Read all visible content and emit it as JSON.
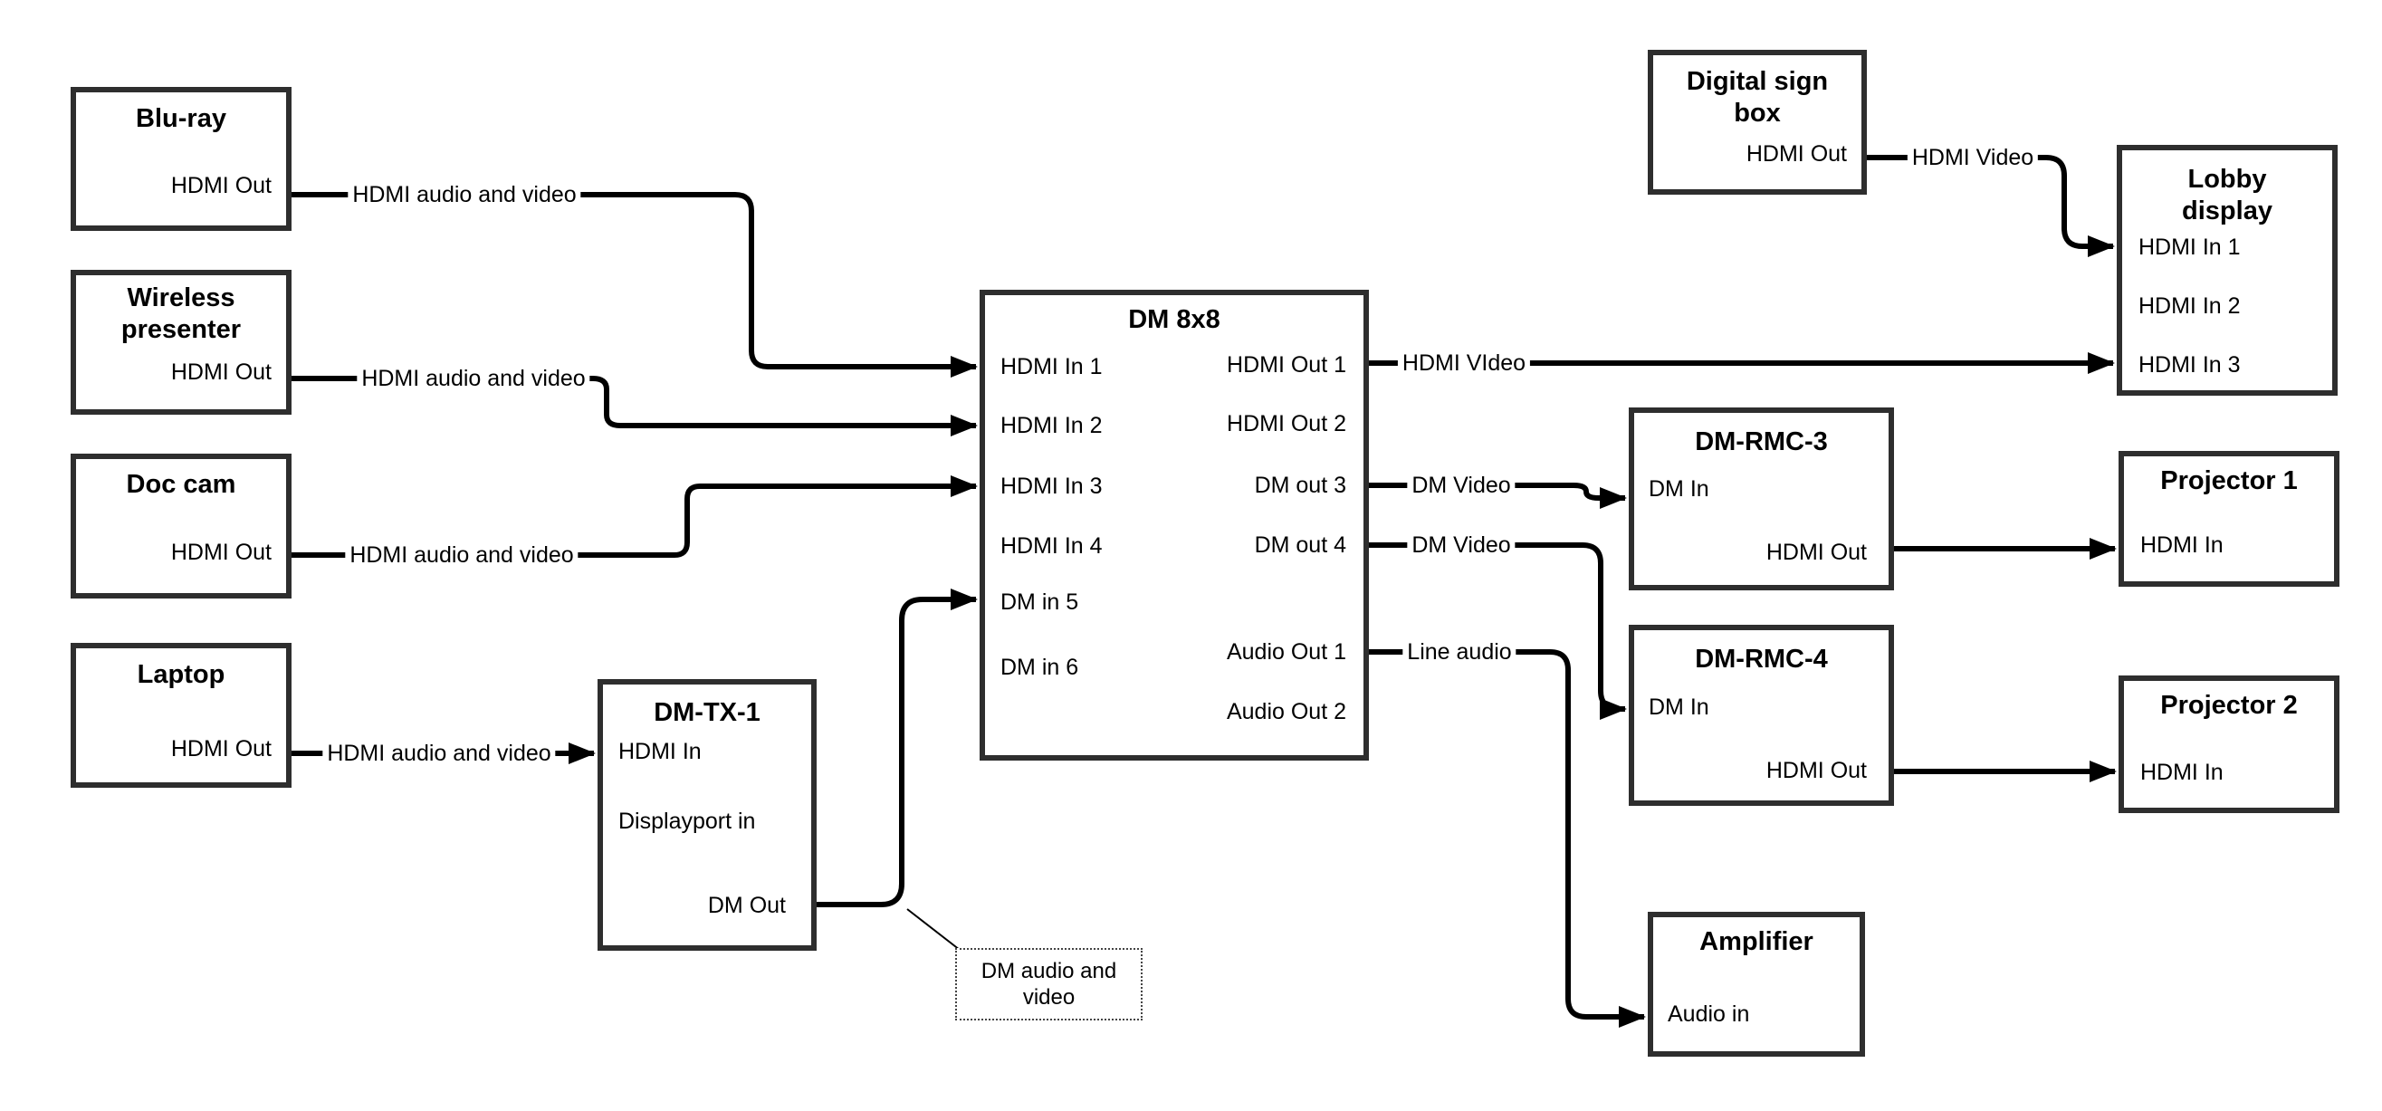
{
  "boxes": {
    "bluray": {
      "title": "Blu-ray",
      "hdmi_out": "HDMI Out"
    },
    "wireless": {
      "title": "Wireless presenter",
      "hdmi_out": "HDMI Out"
    },
    "doccam": {
      "title": "Doc cam",
      "hdmi_out": "HDMI Out"
    },
    "laptop": {
      "title": "Laptop",
      "hdmi_out": "HDMI Out"
    },
    "dmtx1": {
      "title": "DM-TX-1",
      "hdmi_in": "HDMI In",
      "displayport_in": "Displayport in",
      "dm_out": "DM Out"
    },
    "dm8x8": {
      "title": "DM 8x8",
      "in1": "HDMI In 1",
      "in2": "HDMI In 2",
      "in3": "HDMI In 3",
      "in4": "HDMI In 4",
      "in5": "DM in 5",
      "in6": "DM in 6",
      "out1": "HDMI Out 1",
      "out2": "HDMI Out 2",
      "out3": "DM out 3",
      "out4": "DM out 4",
      "aout1": "Audio Out 1",
      "aout2": "Audio Out 2"
    },
    "signbox": {
      "title": "Digital sign box",
      "hdmi_out": "HDMI Out"
    },
    "lobby": {
      "title": "Lobby display",
      "in1": "HDMI In 1",
      "in2": "HDMI In 2",
      "in3": "HDMI In 3"
    },
    "dmrmc3": {
      "title": "DM-RMC-3",
      "dm_in": "DM In",
      "hdmi_out": "HDMI Out"
    },
    "dmrmc4": {
      "title": "DM-RMC-4",
      "dm_in": "DM In",
      "hdmi_out": "HDMI Out"
    },
    "proj1": {
      "title": "Projector 1",
      "hdmi_in": "HDMI In"
    },
    "proj2": {
      "title": "Projector 2",
      "hdmi_in": "HDMI In"
    },
    "amp": {
      "title": "Amplifier",
      "audio_in": "Audio in"
    }
  },
  "labels": {
    "bluray_wire": "HDMI audio and video",
    "wireless_wire": "HDMI audio and video",
    "doccam_wire": "HDMI audio and video",
    "laptop_wire": "HDMI audio and video",
    "hdmi_out1_wire": "HDMI VIdeo",
    "signbox_wire": "HDMI Video",
    "dm_out3_wire": "DM Video",
    "dm_out4_wire": "DM Video",
    "audio_out1_wire": "Line audio",
    "note": "DM audio and video"
  },
  "colors": {
    "wire": "#000000",
    "box_border": "#2e2e2e",
    "background": "#ffffff"
  }
}
